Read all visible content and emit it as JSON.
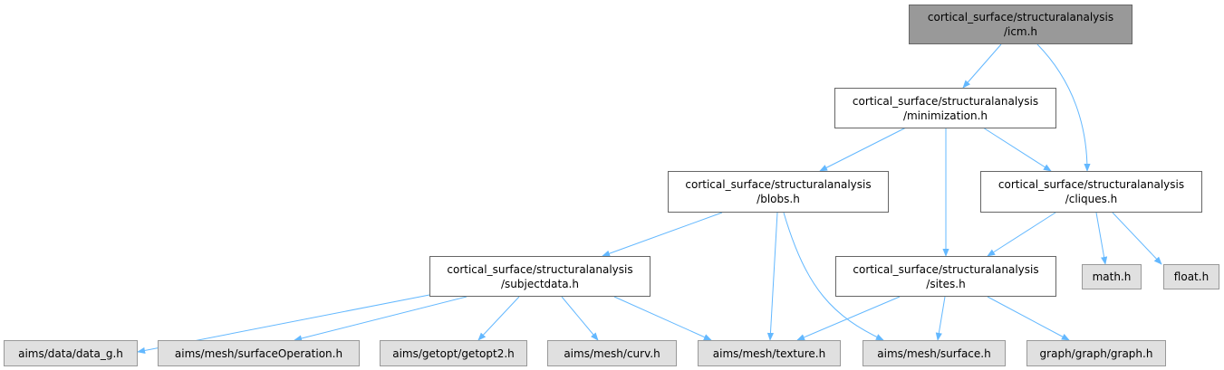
{
  "nodes": {
    "icm": {
      "label": "cortical_surface/structuralanalysis\n/icm.h",
      "kind": "root"
    },
    "minimization": {
      "label": "cortical_surface/structuralanalysis\n/minimization.h",
      "kind": "main"
    },
    "blobs": {
      "label": "cortical_surface/structuralanalysis\n/blobs.h",
      "kind": "main"
    },
    "cliques": {
      "label": "cortical_surface/structuralanalysis\n/cliques.h",
      "kind": "main"
    },
    "subjectdata": {
      "label": "cortical_surface/structuralanalysis\n/subjectdata.h",
      "kind": "main"
    },
    "sites": {
      "label": "cortical_surface/structuralanalysis\n/sites.h",
      "kind": "main"
    },
    "math": {
      "label": "math.h",
      "kind": "ext"
    },
    "float": {
      "label": "float.h",
      "kind": "ext"
    },
    "data_g": {
      "label": "aims/data/data_g.h",
      "kind": "ext"
    },
    "surfaceOperation": {
      "label": "aims/mesh/surfaceOperation.h",
      "kind": "ext"
    },
    "getopt2": {
      "label": "aims/getopt/getopt2.h",
      "kind": "ext"
    },
    "curv": {
      "label": "aims/mesh/curv.h",
      "kind": "ext"
    },
    "texture": {
      "label": "aims/mesh/texture.h",
      "kind": "ext"
    },
    "surface": {
      "label": "aims/mesh/surface.h",
      "kind": "ext"
    },
    "graph": {
      "label": "graph/graph/graph.h",
      "kind": "ext"
    }
  },
  "edges": [
    [
      "icm",
      "minimization"
    ],
    [
      "icm",
      "cliques"
    ],
    [
      "minimization",
      "blobs"
    ],
    [
      "minimization",
      "cliques"
    ],
    [
      "minimization",
      "sites"
    ],
    [
      "blobs",
      "subjectdata"
    ],
    [
      "blobs",
      "texture"
    ],
    [
      "blobs",
      "surface"
    ],
    [
      "cliques",
      "sites"
    ],
    [
      "cliques",
      "math"
    ],
    [
      "cliques",
      "float"
    ],
    [
      "subjectdata",
      "data_g"
    ],
    [
      "subjectdata",
      "surfaceOperation"
    ],
    [
      "subjectdata",
      "getopt2"
    ],
    [
      "subjectdata",
      "curv"
    ],
    [
      "subjectdata",
      "texture"
    ],
    [
      "sites",
      "texture"
    ],
    [
      "sites",
      "surface"
    ],
    [
      "sites",
      "graph"
    ]
  ],
  "colors": {
    "edge": "#63b8ff",
    "root_fill": "#999999",
    "ext_fill": "#e0e0e0"
  }
}
